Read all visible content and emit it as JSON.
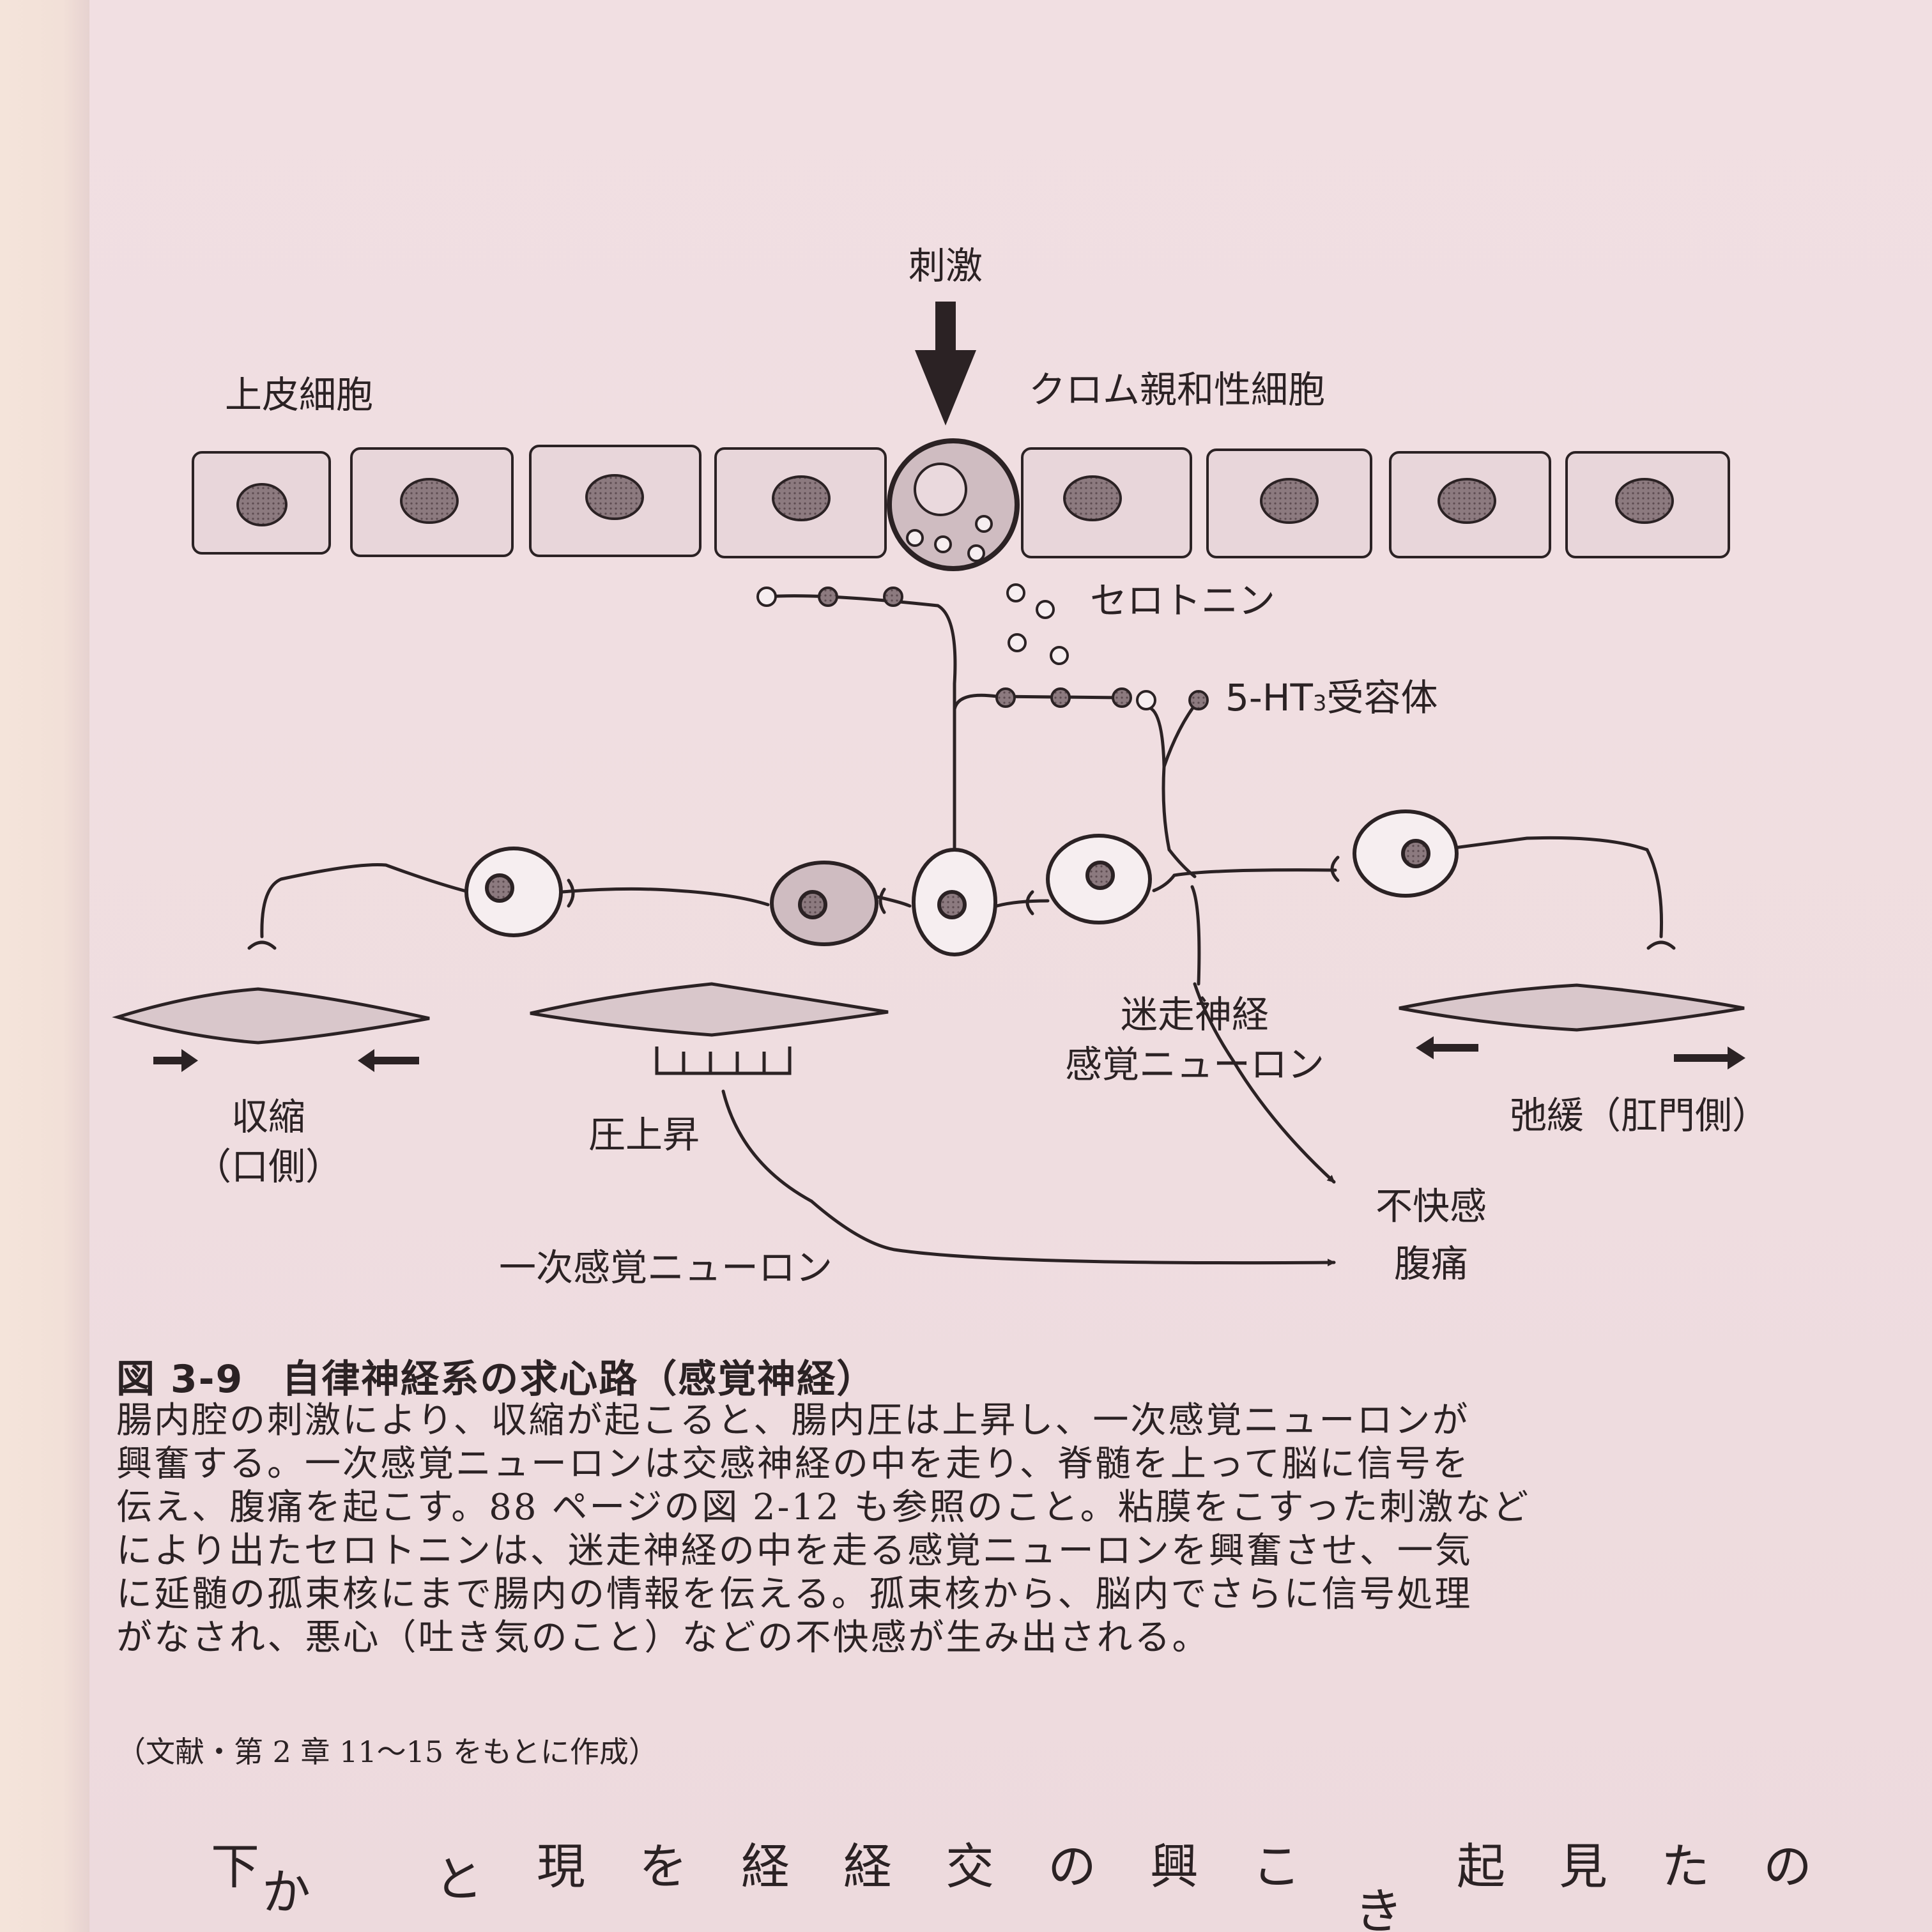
{
  "figure": {
    "labels": {
      "stimulus": "刺激",
      "epithelial_cell": "上皮細胞",
      "enterochromaffin_cell": "クロム親和性細胞",
      "serotonin": "セロトニン",
      "receptor_prefix": "5-HT",
      "receptor_sub": "3",
      "receptor_suffix": "受容体",
      "vagal_line1": "迷走神経",
      "vagal_line2": "感覚ニューロン",
      "contraction_line1": "収縮",
      "contraction_line2": "（口側）",
      "relaxation": "弛緩（肛門側）",
      "pressure_rise": "圧上昇",
      "primary_neuron": "一次感覚ニューロン",
      "discomfort": "不快感",
      "abdominal_pain": "腹痛"
    }
  },
  "caption": {
    "number": "図 3-9",
    "title": "自律神経系の求心路（感覚神経）",
    "lines": [
      "腸内腔の刺激により、収縮が起こると、腸内圧は上昇し、一次感覚ニューロンが",
      "興奮する。一次感覚ニューロンは交感神経の中を走り、脊髄を上って脳に信号を",
      "伝え、腹痛を起こす。88 ページの図 2-12 も参照のこと。粘膜をこすった刺激など",
      "により出たセロトニンは、迷走神経の中を走る感覚ニューロンを興奮させ、一気",
      "に延髄の孤束核にまで腸内の情報を伝える。孤束核から、脳内でさらに信号処理",
      "がなされ、悪心（吐き気のこと）などの不快感が生み出される。"
    ],
    "source": "（文献・第 2 章 11～15 をもとに作成）"
  },
  "body_text": {
    "vertical_chars": [
      "下",
      "か",
      "と",
      "現",
      "を",
      "経",
      "経",
      "交",
      "の",
      "興",
      "こ",
      "き",
      "起",
      "見",
      "た",
      "の"
    ]
  },
  "colors": {
    "ink": "#2b2224",
    "page": "#efdde0",
    "cell_fill": "#e8d6da",
    "nucleus": "#8c7a7f"
  }
}
